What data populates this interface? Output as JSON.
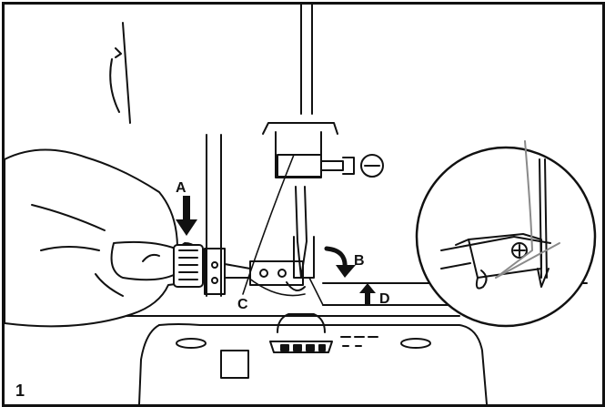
{
  "figure_number": "1",
  "callouts": {
    "A": "A",
    "B": "B",
    "C": "C",
    "D": "D"
  },
  "colors": {
    "ink": "#111111",
    "thread": "#8a8a8a",
    "hand_fill": "#ffffff"
  }
}
